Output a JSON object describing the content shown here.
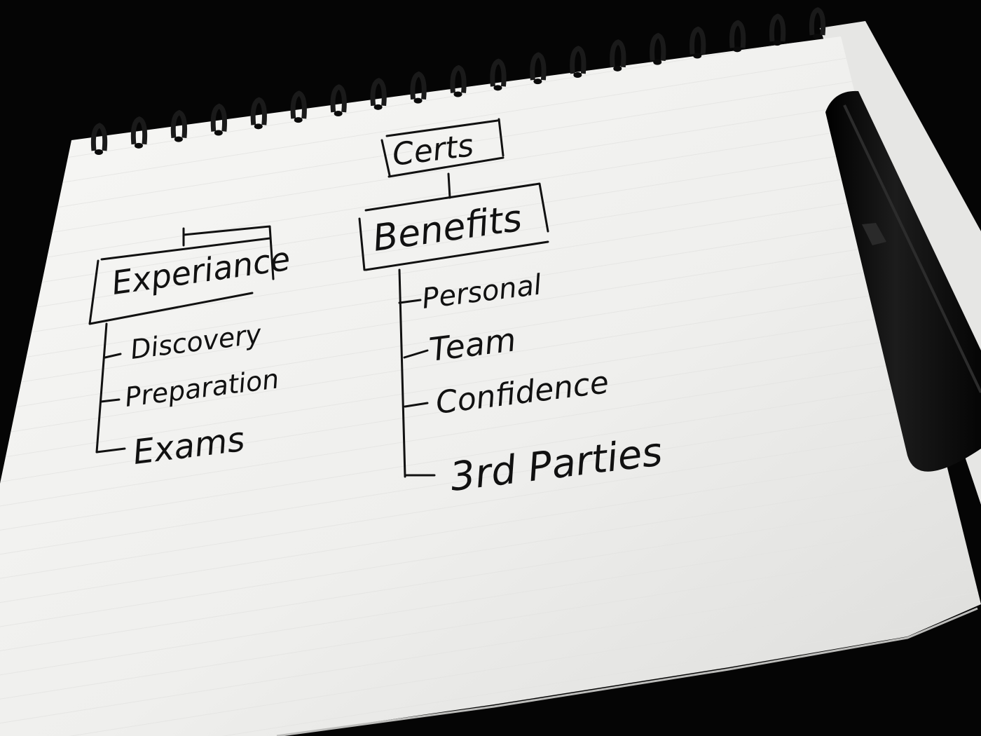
{
  "diagram": {
    "root": {
      "label": "Certs"
    },
    "branches": [
      {
        "label": "Experiance",
        "children": [
          "Discovery",
          "Preparation",
          "Exams"
        ]
      },
      {
        "label": "Benefits",
        "children": [
          "Personal",
          "Team",
          "Confidence",
          "3rd Parties"
        ]
      }
    ]
  },
  "colors": {
    "background": "#050505",
    "paper": "#f4f4f2",
    "ink": "#111111",
    "ring": "#1a1a1a",
    "pen": "#0c0c0c"
  }
}
